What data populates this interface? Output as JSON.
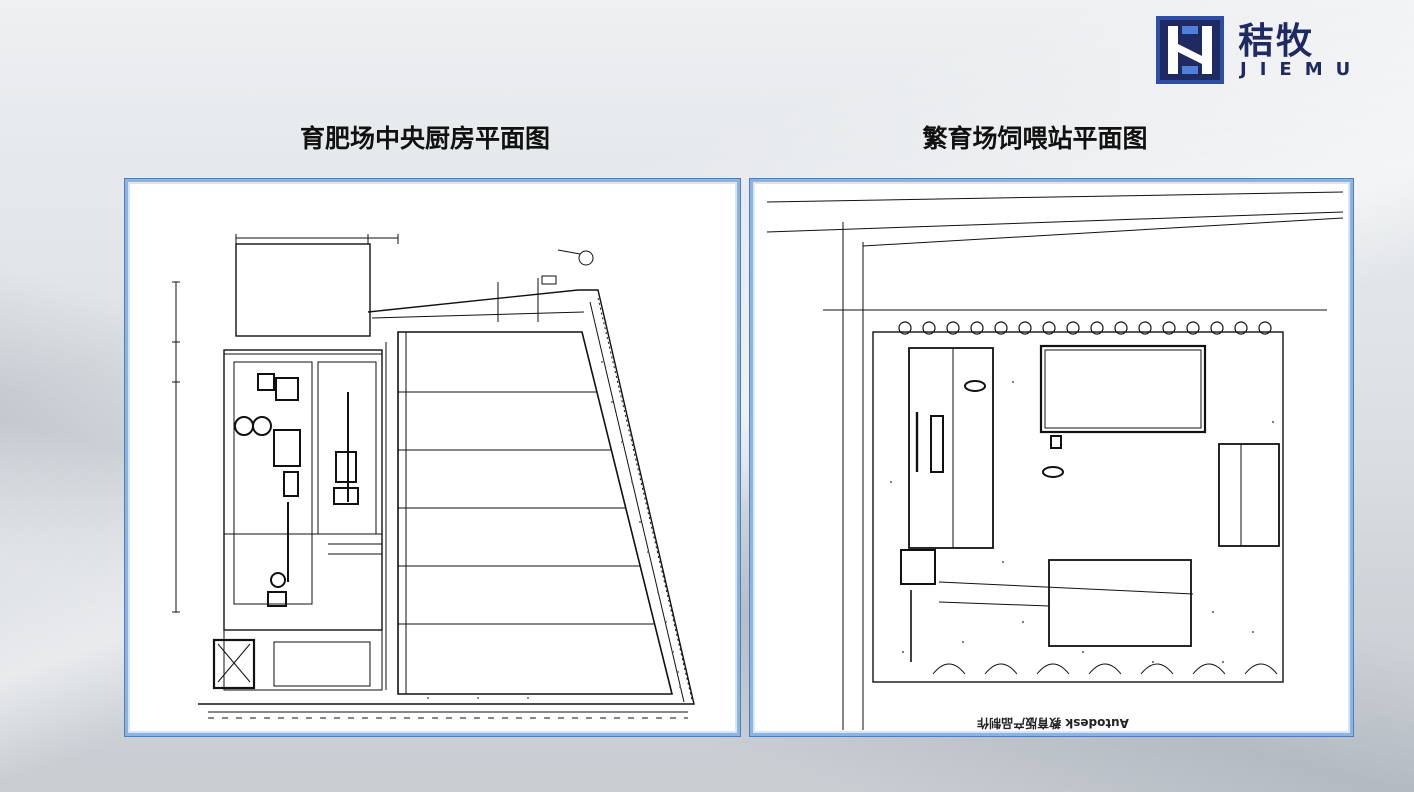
{
  "brand": {
    "name_cn": "秸牧",
    "name_en": "JIEMU",
    "logo_icon": "jiemu-logo-icon",
    "colors": {
      "primary": "#1f2a63",
      "accent": "#2d4ea3"
    }
  },
  "slide": {
    "left": {
      "title": "育肥场中央厨房平面图",
      "drawing_icon": "floor-plan-drawing"
    },
    "right": {
      "title": "繁育场饲喂站平面图",
      "drawing_icon": "floor-plan-drawing",
      "caption_text": "Autodesk 教育版产品制作"
    }
  },
  "colors": {
    "panel_border": "#8db4e0",
    "panel_outline": "#4a7fc0"
  }
}
